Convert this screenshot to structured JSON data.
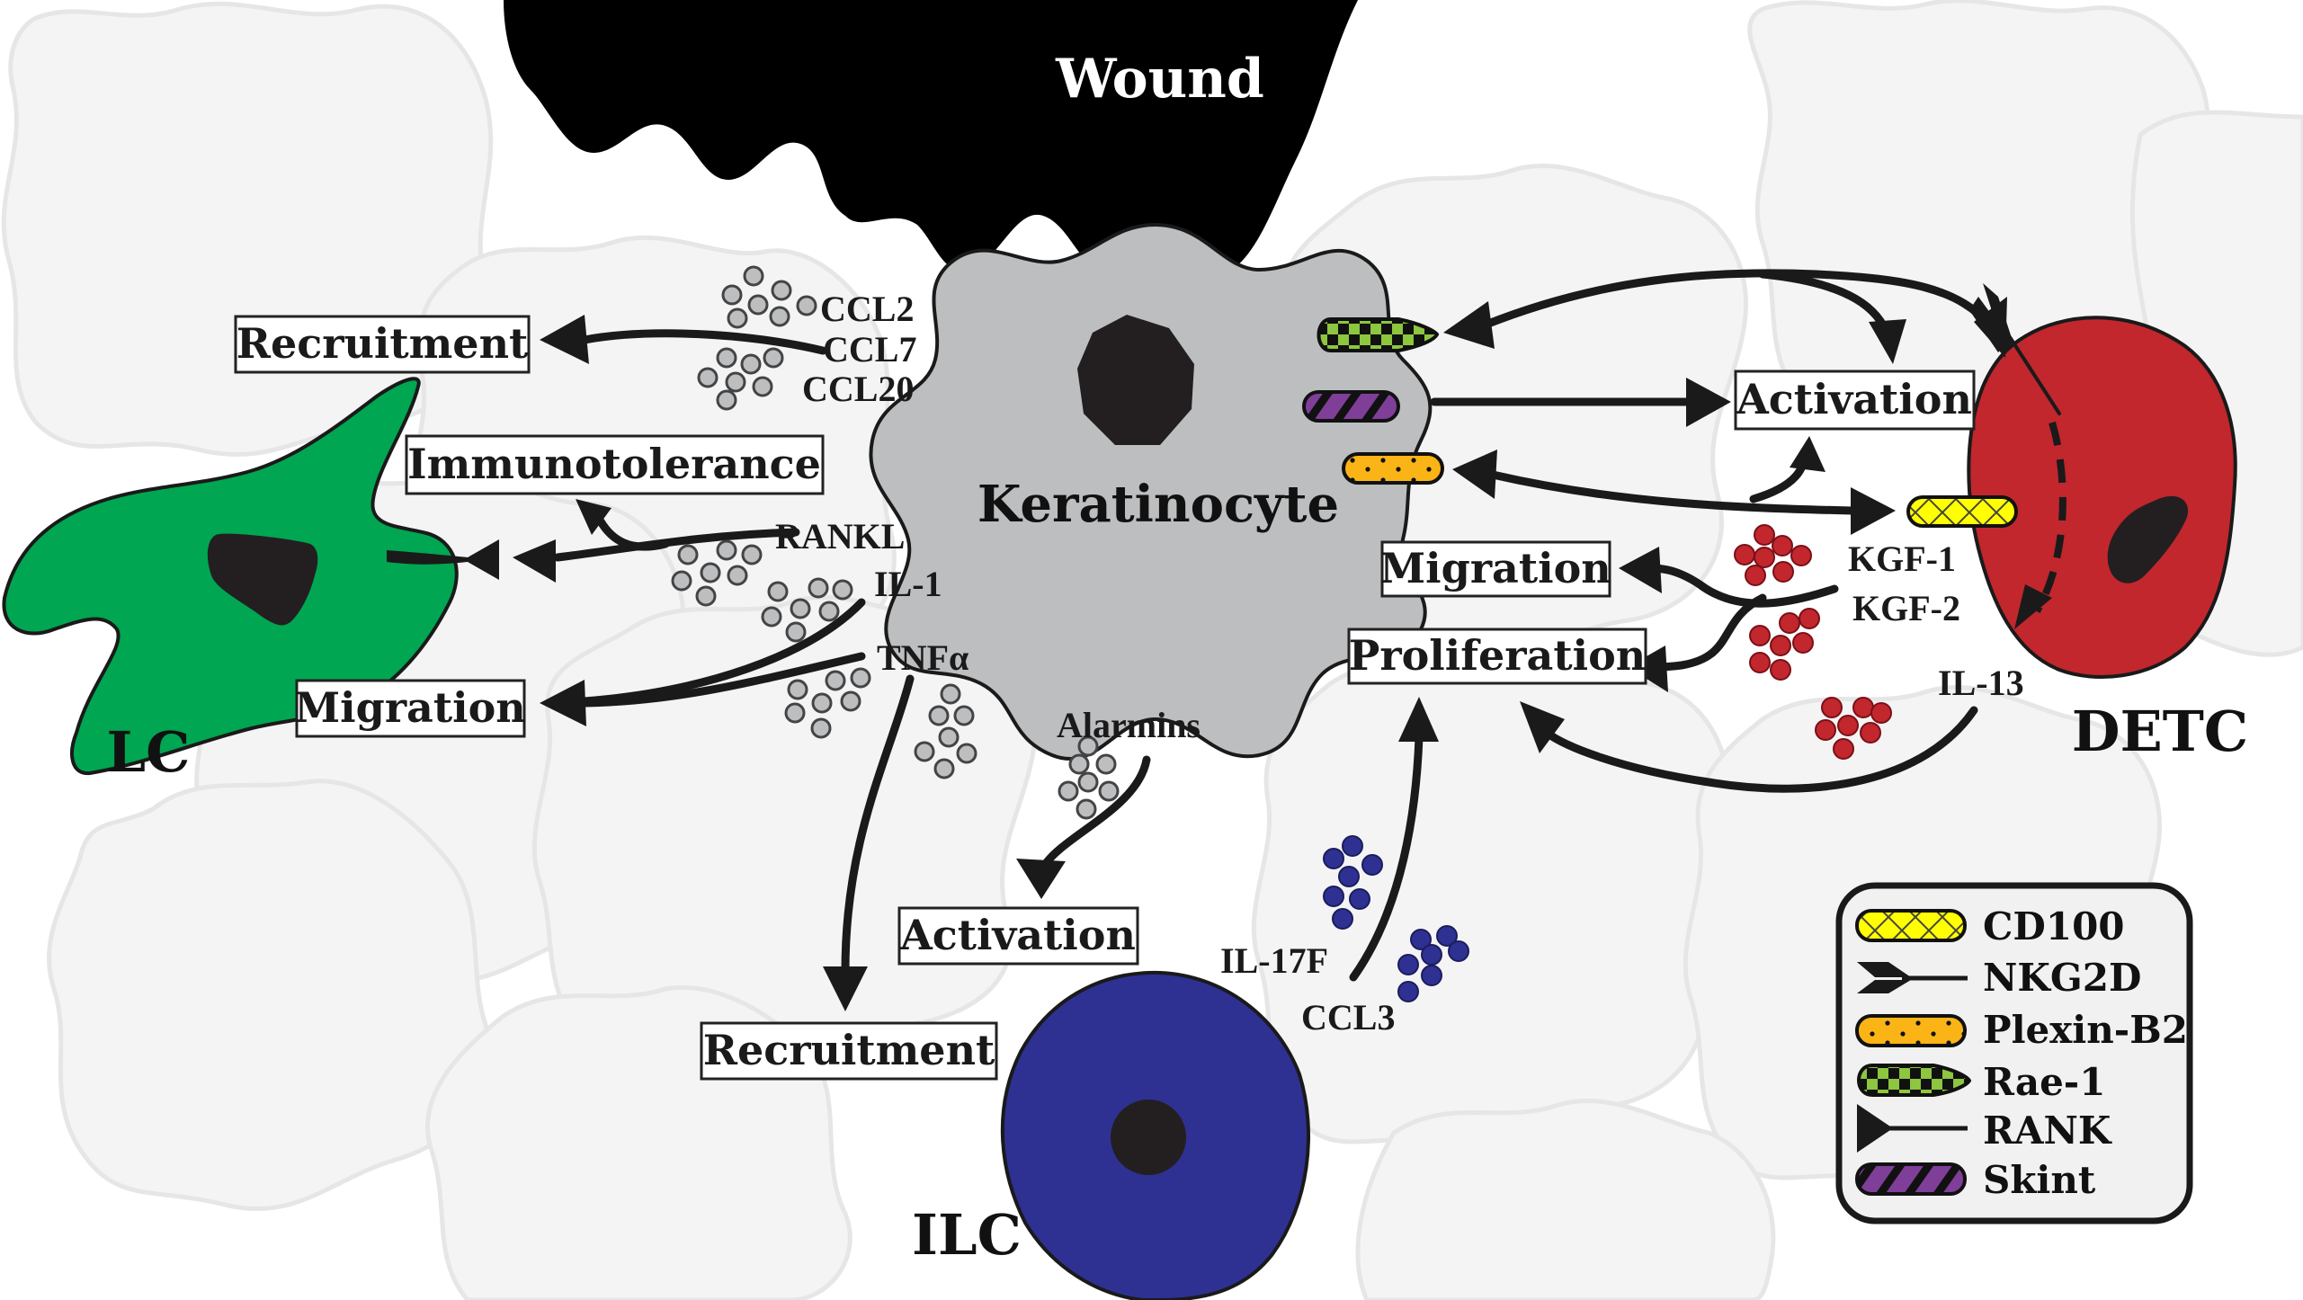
{
  "wound": {
    "label": "Wound"
  },
  "cells": {
    "keratinocyte": {
      "label": "Keratinocyte",
      "color": "#bcbec0"
    },
    "lc": {
      "label": "LC",
      "color": "#00a651"
    },
    "detc": {
      "label": "DETC",
      "color": "#c1272d"
    },
    "ilc": {
      "label": "ILC",
      "color": "#2e3192"
    }
  },
  "mediators": {
    "ccl2": "CCL2",
    "ccl7": "CCL7",
    "ccl20": "CCL20",
    "rankl": "RANKL",
    "il1": "IL-1",
    "tnfa": "TNFα",
    "alarmins": "Alarmins",
    "kgf1": "KGF-1",
    "kgf2": "KGF-2",
    "il13": "IL-13",
    "il17f": "IL-17F",
    "ccl3": "CCL3"
  },
  "outcomes": {
    "lc_recruitment": "Recruitment",
    "lc_immunotolerance": "Immunotolerance",
    "lc_migration": "Migration",
    "detc_activation": "Activation",
    "kc_migration": "Migration",
    "kc_proliferation": "Proliferation",
    "ilc_activation": "Activation",
    "ilc_recruitment": "Recruitment"
  },
  "legend": {
    "items": [
      {
        "label": "CD100",
        "icon": "cd100-receptor-icon",
        "color": "#ffff00"
      },
      {
        "label": "NKG2D",
        "icon": "nkg2d-dart-icon",
        "color": "#231f20"
      },
      {
        "label": "Plexin-B2",
        "icon": "plexin-b2-receptor-icon",
        "color": "#fbb416"
      },
      {
        "label": "Rae-1",
        "icon": "rae1-ligand-icon",
        "color": "#8dc63f"
      },
      {
        "label": "RANK",
        "icon": "rank-receptor-icon",
        "color": "#231f20"
      },
      {
        "label": "Skint",
        "icon": "skint-receptor-icon",
        "color": "#7f3f98"
      }
    ]
  }
}
